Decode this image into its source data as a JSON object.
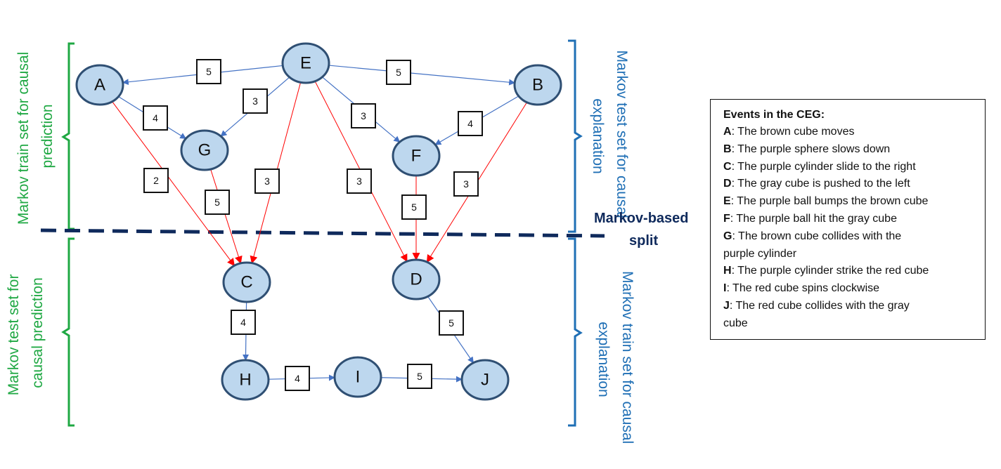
{
  "nodes": [
    {
      "id": "A",
      "label": "A"
    },
    {
      "id": "E",
      "label": "E"
    },
    {
      "id": "B",
      "label": "B"
    },
    {
      "id": "G",
      "label": "G"
    },
    {
      "id": "F",
      "label": "F"
    },
    {
      "id": "C",
      "label": "C"
    },
    {
      "id": "D",
      "label": "D"
    },
    {
      "id": "H",
      "label": "H"
    },
    {
      "id": "I",
      "label": "I"
    },
    {
      "id": "J",
      "label": "J"
    }
  ],
  "edges": [
    {
      "from": "E",
      "to": "A",
      "weight": "5",
      "color": "blue"
    },
    {
      "from": "E",
      "to": "B",
      "weight": "5",
      "color": "blue"
    },
    {
      "from": "E",
      "to": "G",
      "weight": "3",
      "color": "blue"
    },
    {
      "from": "A",
      "to": "G",
      "weight": "4",
      "color": "blue"
    },
    {
      "from": "E",
      "to": "F",
      "weight": "3",
      "color": "blue"
    },
    {
      "from": "B",
      "to": "F",
      "weight": "4",
      "color": "blue"
    },
    {
      "from": "A",
      "to": "C",
      "weight": "2",
      "color": "red"
    },
    {
      "from": "G",
      "to": "C",
      "weight": "5",
      "color": "red"
    },
    {
      "from": "E",
      "to": "C",
      "weight": "3",
      "color": "red"
    },
    {
      "from": "E",
      "to": "D",
      "weight": "3",
      "color": "red"
    },
    {
      "from": "F",
      "to": "D",
      "weight": "5",
      "color": "red"
    },
    {
      "from": "B",
      "to": "D",
      "weight": "3",
      "color": "red"
    },
    {
      "from": "C",
      "to": "H",
      "weight": "4",
      "color": "blue"
    },
    {
      "from": "H",
      "to": "I",
      "weight": "4",
      "color": "blue"
    },
    {
      "from": "I",
      "to": "J",
      "weight": "5",
      "color": "blue"
    },
    {
      "from": "D",
      "to": "J",
      "weight": "5",
      "color": "blue"
    }
  ],
  "side_labels": {
    "green_top": [
      "Markov train set for causal",
      "prediction"
    ],
    "green_bottom": [
      "Markov test set for",
      "causal prediction"
    ],
    "blue_top": [
      "Markov test set for causal",
      "explanation"
    ],
    "blue_bottom": [
      "Markov train set for causal",
      "explanation"
    ]
  },
  "split": {
    "line1": "Markov-based",
    "line2": "split"
  },
  "legend": {
    "title": "Events in the CEG:",
    "items": [
      {
        "key": "A",
        "text": ": The brown cube moves"
      },
      {
        "key": "B",
        "text": ": The purple sphere slows down"
      },
      {
        "key": "C",
        "text": ": The purple cylinder slide to the right"
      },
      {
        "key": "D",
        "text": ": The gray cube is pushed to the left"
      },
      {
        "key": "E",
        "text": ": The purple ball bumps the brown cube"
      },
      {
        "key": "F",
        "text": ": The purple ball hit the gray cube"
      },
      {
        "key": "G",
        "text": ": The brown cube collides with the"
      },
      {
        "key": "",
        "text": "purple cylinder"
      },
      {
        "key": "H",
        "text": ": The purple cylinder strike the red cube"
      },
      {
        "key": "I",
        "text": ": The red cube spins clockwise"
      },
      {
        "key": "J",
        "text": ": The red cube collides with the gray"
      },
      {
        "key": "",
        "text": "cube"
      }
    ]
  },
  "colors": {
    "node_fill": "#bdd7ee",
    "edge_blue": "#4472c4",
    "edge_red": "#ff0000",
    "brace_green": "#1fa843",
    "brace_blue": "#1f6fb5",
    "split_line": "#0f2a5c"
  }
}
